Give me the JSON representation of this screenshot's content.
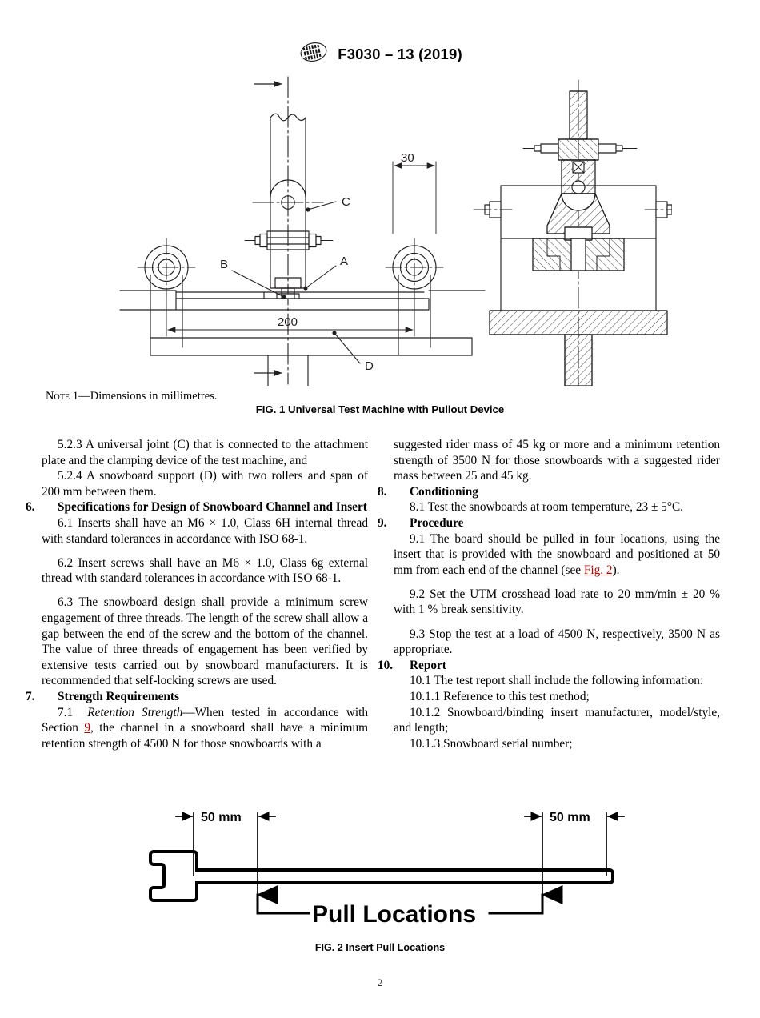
{
  "header": {
    "logo_alt": "astm-logo",
    "designation": "F3030 – 13 (2019)"
  },
  "figure1": {
    "caption": "FIG. 1 Universal Test Machine with Pullout Device",
    "note_label": "Note 1",
    "note_text": "—Dimensions in millimetres.",
    "labels": {
      "a": "A",
      "b": "B",
      "c": "C",
      "d": "D"
    },
    "dimensions": {
      "span": "200",
      "roller": "30"
    }
  },
  "left_column": {
    "p523": "5.2.3  A universal joint (C) that is connected to the attachment plate and the clamping device of the test machine, and",
    "p524": "5.2.4  A snowboard support (D) with two rollers and span of 200 mm between them.",
    "h6_num": "6.",
    "h6_title": "Specifications for Design of Snowboard Channel and Insert",
    "p61": "6.1  Inserts shall have an M6 × 1.0, Class 6H internal thread with standard tolerances in accordance with ISO 68-1.",
    "p62": "6.2  Insert screws shall have an M6 × 1.0, Class 6g external thread with standard tolerances in accordance with ISO 68-1.",
    "p63": "6.3  The snowboard design shall provide a minimum screw engagement of three threads. The length of the screw shall allow a gap between the end of the screw and the bottom of the channel. The value of three threads of engagement has been verified by extensive tests carried out by snowboard manufacturers. It is recommended that self-locking screws are used.",
    "h7_num": "7.",
    "h7_title": "Strength Requirements",
    "p71_num": "7.1",
    "p71_italic": "Retention Strength",
    "p71_part1": "—When tested in accordance with Section ",
    "p71_link": "9",
    "p71_part2": ", the channel in a snowboard shall have a minimum retention strength of 4500 N for those snowboards with a"
  },
  "right_column": {
    "p71_cont": "suggested rider mass of 45 kg or more and a minimum retention strength of 3500 N for those snowboards with a suggested rider mass between 25 and 45 kg.",
    "h8_num": "8.",
    "h8_title": "Conditioning",
    "p81": "8.1  Test the snowboards at room temperature, 23 ± 5°C.",
    "h9_num": "9.",
    "h9_title": "Procedure",
    "p91_part1": "9.1  The board should be pulled in four locations, using the insert that is provided with the snowboard and positioned at 50 mm from each end of the channel (see ",
    "p91_link": "Fig. 2",
    "p91_part2": ").",
    "p92": "9.2  Set the UTM crosshead load rate to 20 mm/min ± 20 % with 1 % break sensitivity.",
    "p93": "9.3  Stop the test at a load of 4500 N, respectively, 3500 N as appropriate.",
    "h10_num": "10.",
    "h10_title": "Report",
    "p101": "10.1  The test report shall include the following information:",
    "p1011": "10.1.1  Reference to this test method;",
    "p1012": "10.1.2  Snowboard/binding insert manufacturer, model/style, and length;",
    "p1013": "10.1.3  Snowboard serial number;"
  },
  "figure2": {
    "caption": "FIG. 2 Insert Pull Locations",
    "dim_left": "50 mm",
    "dim_right": "50 mm",
    "pull_label": "Pull Locations"
  },
  "footer": {
    "page_number": "2"
  },
  "colors": {
    "link": "#c00000",
    "ink": "#000000",
    "line": "#231f20"
  }
}
